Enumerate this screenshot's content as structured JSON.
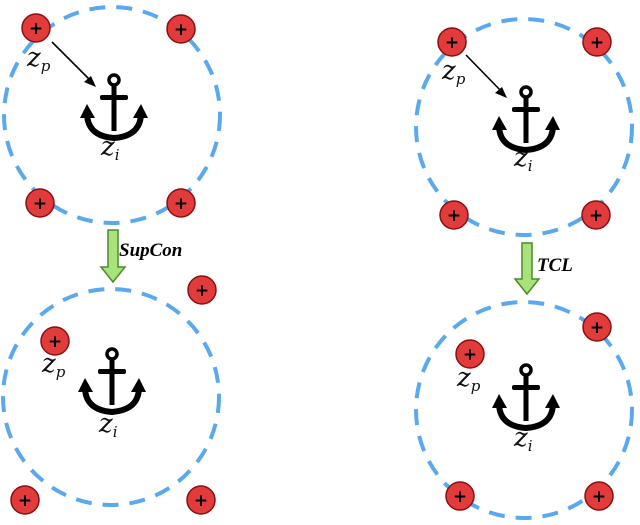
{
  "colors": {
    "circle_stroke": "#5aa9ef",
    "charge_fill": "#e23b3b",
    "charge_stroke": "#8a1010",
    "arrow_fill": "#a8e27a",
    "arrow_stroke": "#4d8a2c",
    "anchor": "#000000"
  },
  "icons": {
    "positive_charge": "plus-circle-icon",
    "anchor": "anchor-icon",
    "transition_arrow": "down-arrow-icon"
  },
  "labels": {
    "positive_base": "z",
    "positive_sub": "p",
    "anchor_base": "z",
    "anchor_sub": "i",
    "charge_symbol": "+"
  },
  "panels": {
    "supcon": {
      "method_label": "SupCon"
    },
    "tcl": {
      "method_label": "TCL"
    }
  }
}
